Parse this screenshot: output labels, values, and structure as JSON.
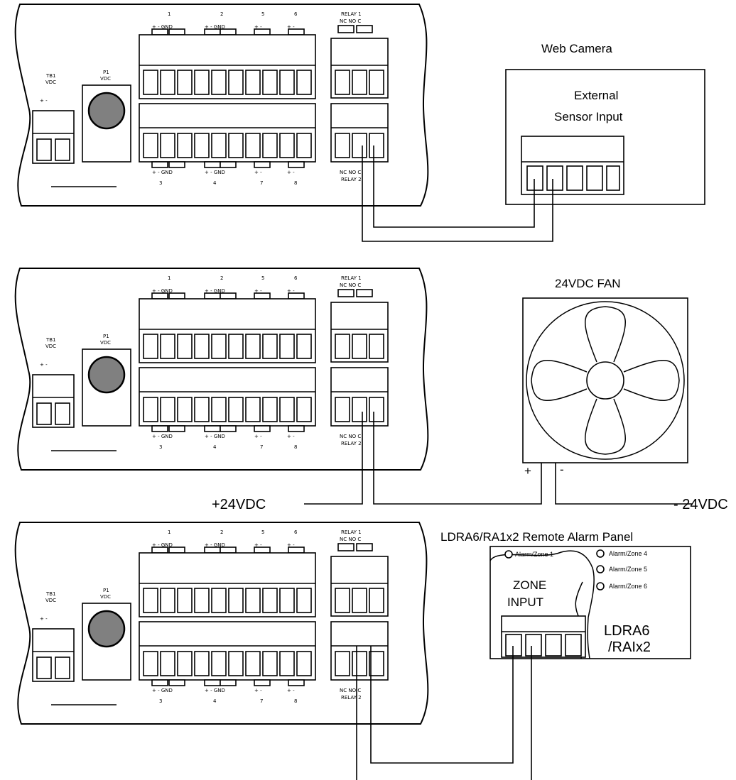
{
  "controller": {
    "top_inputs": [
      "1",
      "2",
      "5",
      "6"
    ],
    "top_pins_a": "+  - GND",
    "top_pins_b": "+  -",
    "bottom_inputs": [
      "3",
      "4",
      "7",
      "8"
    ],
    "bottom_pins_a": "+  - GND",
    "bottom_pins_b": "+  -",
    "relay1": "RELAY 1",
    "relay2": "RELAY 2",
    "relay_contacts": "NC NO C",
    "tb1_label": "TB1",
    "vdc_label": "VDC",
    "tb1_pins": "+   -",
    "p1_label": "P1"
  },
  "camera": {
    "title": "Web Camera",
    "sensor_line1": "External",
    "sensor_line2": "Sensor Input"
  },
  "fan": {
    "title": "24VDC FAN",
    "plus": "+",
    "minus": "-",
    "left_supply": "+24VDC",
    "right_supply": "- 24VDC"
  },
  "alarm": {
    "title": "LDRA6/RA1x2 Remote Alarm Panel",
    "zones": [
      "Alarm/Zone 1",
      "Alarm/Zone 4",
      "Alarm/Zone 5",
      "Alarm/Zone 6"
    ],
    "zone_line1": "ZONE",
    "zone_line2": "INPUT",
    "model_line1": "LDRA6",
    "model_line2": "/RAIx2"
  }
}
